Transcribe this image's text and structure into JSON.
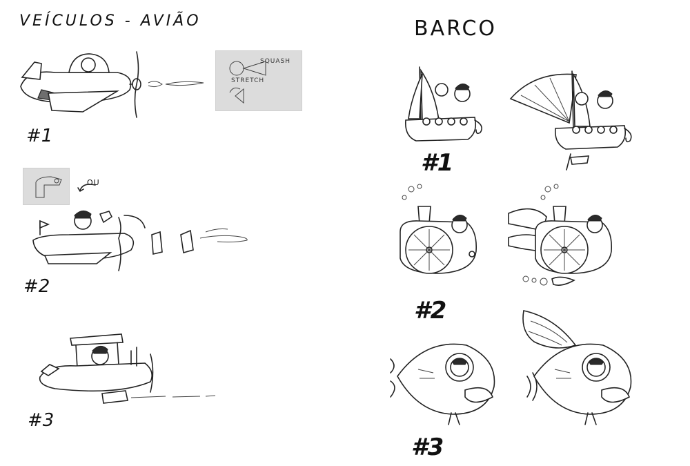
{
  "left_section": {
    "title": "VEÍCULOS - AVIÃO",
    "items": [
      {
        "label": "#1"
      },
      {
        "label": "#2",
        "note": "OU"
      },
      {
        "label": "#3"
      }
    ],
    "photo_1": {
      "notes": [
        "SQUASH",
        "STRETCH"
      ]
    }
  },
  "right_section": {
    "title": "BARCO",
    "items": [
      {
        "label": "#1"
      },
      {
        "label": "#2"
      },
      {
        "label": "#3"
      }
    ]
  }
}
